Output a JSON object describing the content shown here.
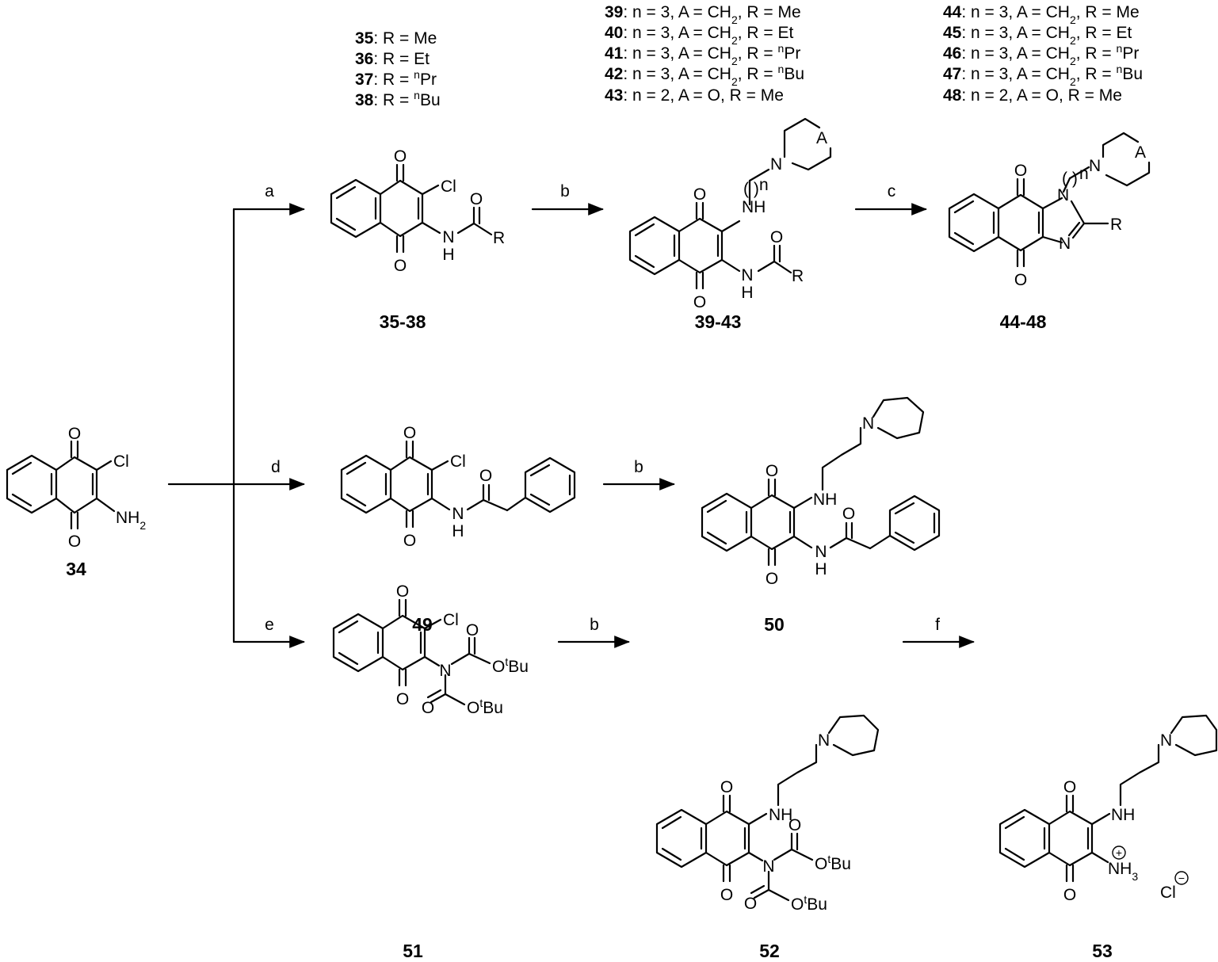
{
  "legends": {
    "l35": [
      {
        "id": "35",
        "text": ": R = Me"
      },
      {
        "id": "36",
        "text": ": R = Et"
      },
      {
        "id": "37",
        "text": ": R = ",
        "sup": "n",
        "tail": "Pr"
      },
      {
        "id": "38",
        "text": ": R = ",
        "sup": "n",
        "tail": "Bu"
      }
    ],
    "l39": [
      {
        "id": "39",
        "text": ": n = 3, A = CH",
        "sub": "2",
        "tail": ", R = Me"
      },
      {
        "id": "40",
        "text": ": n = 3, A = CH",
        "sub": "2",
        "tail": ", R = Et"
      },
      {
        "id": "41",
        "text": ": n = 3, A = CH",
        "sub": "2",
        "tail": ", R = ",
        "sup": "n",
        "tail2": "Pr"
      },
      {
        "id": "42",
        "text": ": n = 3, A = CH",
        "sub": "2",
        "tail": ", R = ",
        "sup": "n",
        "tail2": "Bu"
      },
      {
        "id": "43",
        "text": ": n = 2, A = O, R = Me"
      }
    ],
    "l44": [
      {
        "id": "44",
        "text": ": n = 3, A = CH",
        "sub": "2",
        "tail": ", R = Me"
      },
      {
        "id": "45",
        "text": ": n = 3, A = CH",
        "sub": "2",
        "tail": ", R = Et"
      },
      {
        "id": "46",
        "text": ": n = 3, A = CH",
        "sub": "2",
        "tail": ", R = ",
        "sup": "n",
        "tail2": "Pr"
      },
      {
        "id": "47",
        "text": ": n = 3, A = CH",
        "sub": "2",
        "tail": ", R = ",
        "sup": "n",
        "tail2": "Bu"
      },
      {
        "id": "48",
        "text": ": n = 2, A = O, R = Me"
      }
    ]
  },
  "captions": {
    "c34": "34",
    "c35": "35-38",
    "c39": "39-43",
    "c44": "44-48",
    "c49": "49",
    "c50": "50",
    "c51": "51",
    "c52": "52",
    "c53": "53"
  },
  "reagents": {
    "a": "a",
    "b": "b",
    "c": "c",
    "d": "d",
    "e": "e",
    "f": "f"
  },
  "atoms": {
    "O": "O",
    "Cl": "Cl",
    "N": "N",
    "NH": "NH",
    "H": "H",
    "R": "R",
    "A": "A",
    "n": "n",
    "NH2_main": "NH",
    "NH2_sub": "2",
    "NH3_main": "NH",
    "NH3_sub": "3",
    "OtBu_O": "O",
    "OtBu_t": "t",
    "OtBu_Bu": "Bu",
    "paren": "(   )",
    "plus": "+",
    "minus": "−"
  }
}
